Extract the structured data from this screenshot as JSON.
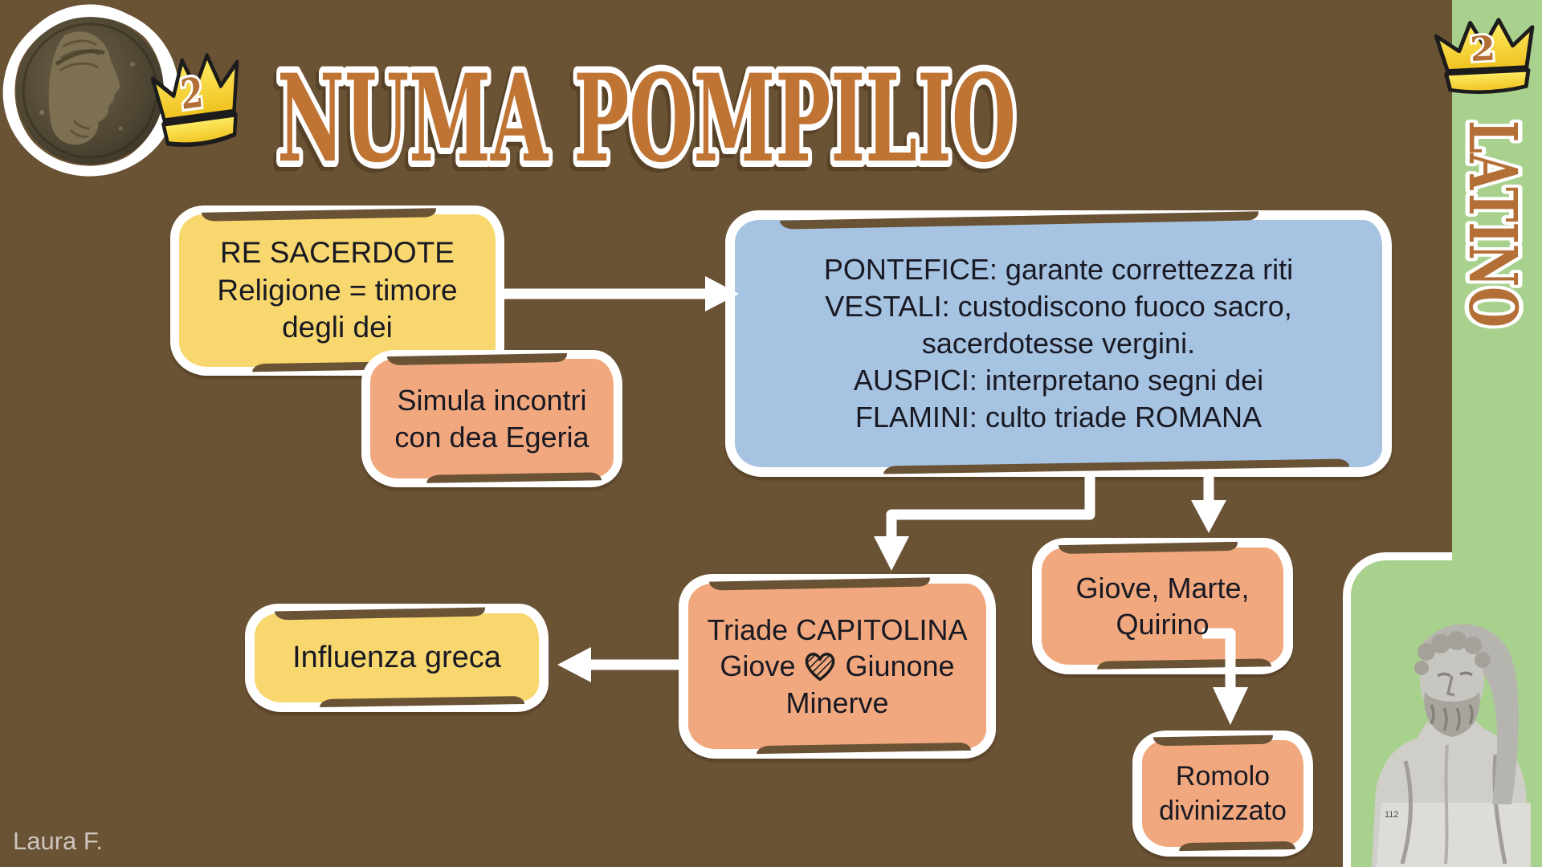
{
  "palette": {
    "background": "#6a5234",
    "yellow_box": "#f7d76e",
    "orange_box": "#f1a87e",
    "blue_box": "#a6c3e2",
    "green_sidebar": "#a9d18e",
    "title_fill": "#bf7434",
    "outline": "#ffffff",
    "text": "#191923",
    "crown_gold": "#f3c623"
  },
  "header": {
    "title": "NUMA POMPILIO",
    "lesson_number": "2"
  },
  "sidebar": {
    "subject": "LATINO",
    "lesson_number": "2"
  },
  "boxes": {
    "re_sacerdote": {
      "lines": [
        "RE SACERDOTE",
        "Religione = timore",
        "degli dei"
      ]
    },
    "simula": {
      "lines": [
        "Simula incontri",
        "con dea Egeria"
      ]
    },
    "sacerdozi": {
      "lines": [
        "PONTEFICE: garante correttezza riti",
        "VESTALI: custodiscono fuoco sacro,",
        "sacerdotesse vergini.",
        "AUSPICI: interpretano segni dei",
        "FLAMINI: culto triade ROMANA"
      ]
    },
    "giove_marte_quirino": {
      "lines": [
        "Giove, Marte,",
        "Quirino"
      ]
    },
    "triade": {
      "title": "Triade CAPITOLINA",
      "pair_left": "Giove",
      "pair_right": "Giunone",
      "line3": "Minerve"
    },
    "influenza": {
      "lines": [
        "Influenza greca"
      ]
    },
    "romolo": {
      "lines": [
        "Romolo",
        "divinizzato"
      ]
    }
  },
  "statue": {
    "catalog_number": "112"
  },
  "footer": {
    "author": "Laura F."
  }
}
